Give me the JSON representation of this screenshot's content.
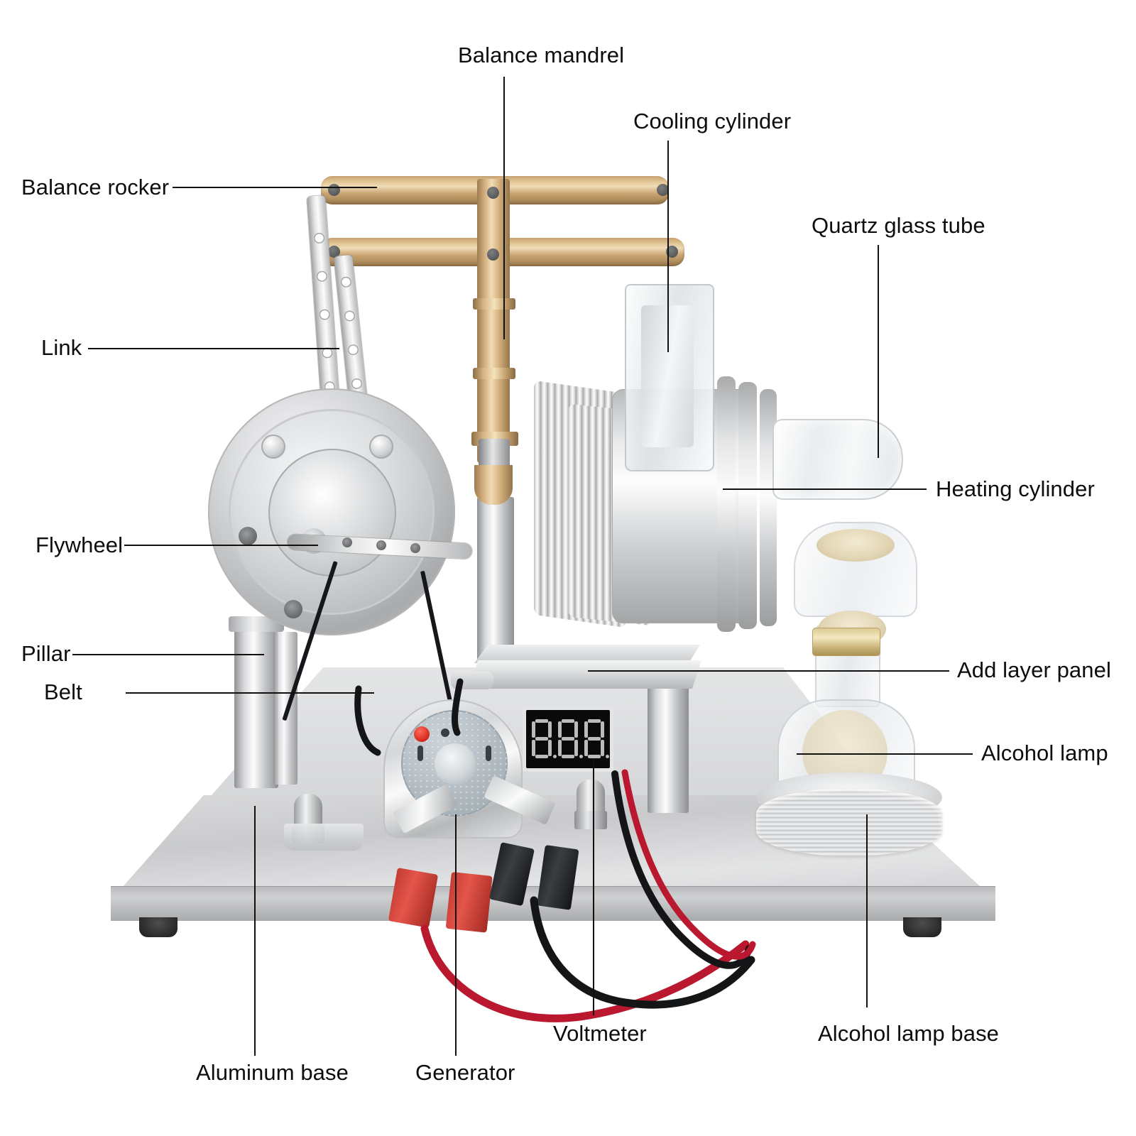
{
  "diagram": {
    "subject": "Stirling engine generator model",
    "background_color": "#ffffff",
    "label_color": "#0d0d0d",
    "leader_color": "#111111"
  },
  "labels": {
    "balance_mandrel": "Balance mandrel",
    "cooling_cylinder": "Cooling cylinder",
    "balance_rocker": "Balance rocker",
    "quartz_glass_tube": "Quartz glass tube",
    "link": "Link",
    "heating_cylinder": "Heating cylinder",
    "flywheel": "Flywheel",
    "pillar": "Pillar",
    "belt": "Belt",
    "add_layer_panel": "Add layer panel",
    "alcohol_lamp": "Alcohol lamp",
    "aluminum_base": "Aluminum base",
    "generator": "Generator",
    "voltmeter": "Voltmeter",
    "alcohol_lamp_base": "Alcohol lamp base"
  },
  "voltmeter": {
    "display_value": "8.8.8.",
    "digits": [
      "8",
      "8",
      "8"
    ],
    "screen_color": "#0a0a0b",
    "segment_color": "#b9bcbf"
  },
  "parts_colors": {
    "brass": "#c9a471",
    "aluminum": "#cfd1d3",
    "steel": "#b9bbbd",
    "glass": "#eef1f3",
    "red_clip": "#c33b33",
    "black_clip": "#1d1f21",
    "red_led": "#d4271c"
  }
}
